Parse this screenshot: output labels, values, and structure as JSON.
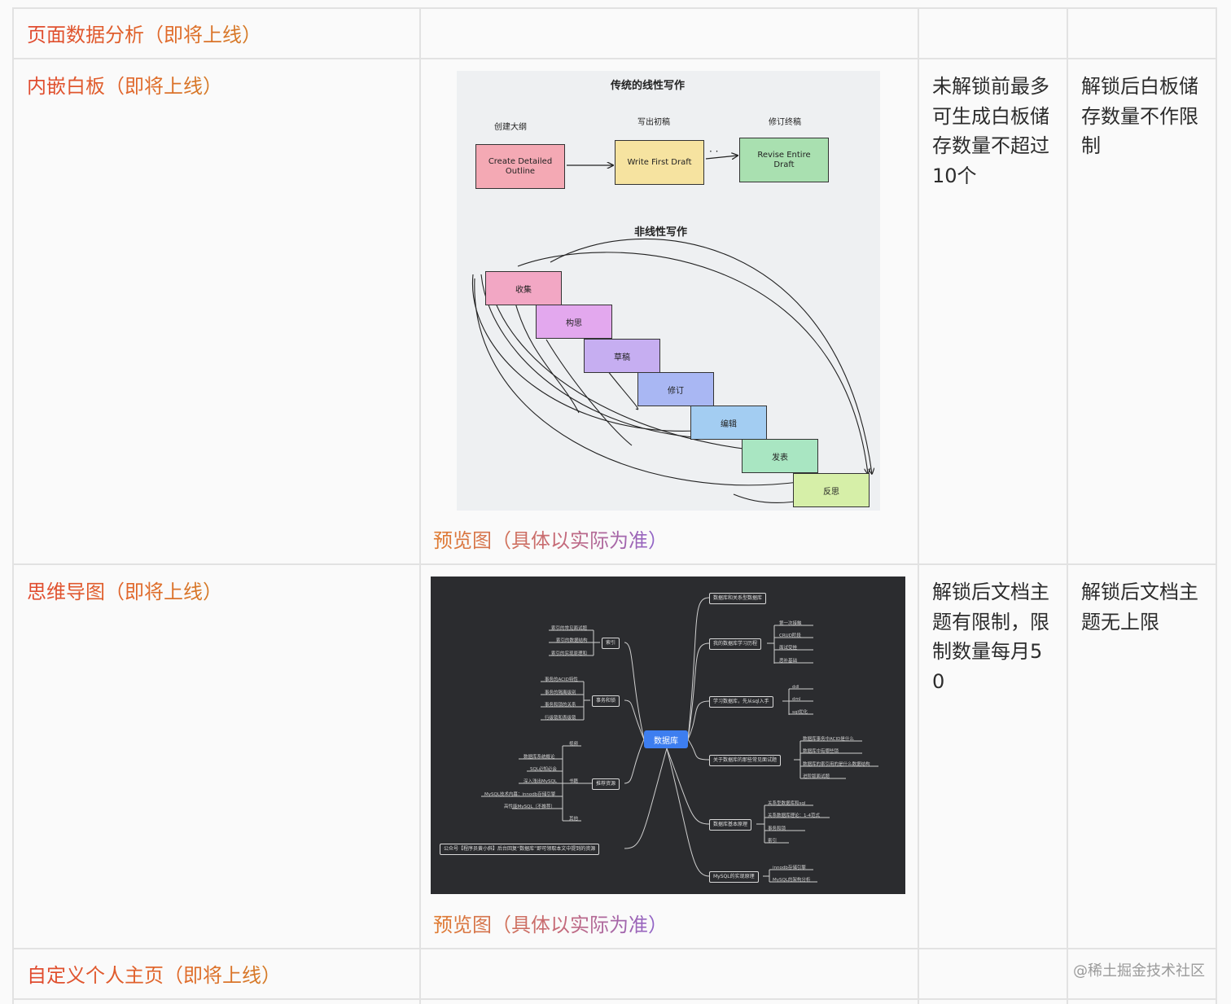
{
  "rows": [
    {
      "feature": "页面数据分析（即将上线）",
      "before": "",
      "after": ""
    },
    {
      "feature": "内嵌白板（即将上线）",
      "before": "未解锁前最多可生成白板储存数量不超过10个",
      "after": "解锁后白板储存数量不作限制"
    },
    {
      "feature": "思维导图（即将上线）",
      "before": "解锁后文档主题有限制，限制数量每月50",
      "after": "解锁后文档主题无上限"
    },
    {
      "feature": "自定义个人主页（即将上线）",
      "before": "",
      "after": ""
    }
  ],
  "preview_caption": "预览图（具体以实际为准）",
  "whiteboard": {
    "linear_title": "传统的线性写作",
    "nonlinear_title": "非线性写作",
    "labels": [
      "创建大纲",
      "写出初稿",
      "修订终稿"
    ],
    "boxes": [
      "Create Detailed Outline",
      "Write First Draft",
      "Revise Entire Draft"
    ],
    "ellipsis": "· ·",
    "steps": [
      "收集",
      "构思",
      "草稿",
      "修订",
      "编辑",
      "发表",
      "反思"
    ],
    "box_colors": [
      "#f4a9b4",
      "#f6e3a0",
      "#a9e0b0"
    ],
    "step_colors": [
      "#f2a7c4",
      "#e3a8ee",
      "#c6aef1",
      "#a9b7f3",
      "#a3cdf2",
      "#a9e6c2",
      "#d6efa8"
    ]
  },
  "mindmap": {
    "root": "数据库",
    "right": [
      {
        "label": "数据库和关系型数据库",
        "leaves": []
      },
      {
        "label": "我的数据库学习历程",
        "leaves": [
          "第一次接触",
          "CRUD阶段",
          "面试受挫",
          "恶补基础"
        ]
      },
      {
        "label": "学习数据库，先从sql入手",
        "leaves": [
          "ddl",
          "dml",
          "sql优化"
        ]
      },
      {
        "label": "关于数据库的那些常见面试题",
        "leaves": [
          "数据库事务中ACID是什么",
          "数据库中有哪些锁",
          "数据库的索引用的是什么数据结构",
          "进阶版面试题"
        ]
      },
      {
        "label": "数据库基本原理",
        "leaves": [
          "关系型数据库和sql",
          "关系数据库理论：1-4范式",
          "事务和锁",
          "索引"
        ]
      },
      {
        "label": "MySQL的实现原理",
        "leaves": [
          "innodb存储引擎",
          "MySQL的架构分析"
        ]
      }
    ],
    "left": [
      {
        "label": "索引",
        "leaves": [
          "索引的常见面试题",
          "索引的数据结构",
          "索引的实现原理和"
        ]
      },
      {
        "label": "事务和锁",
        "leaves": [
          "事务的ACID特性",
          "事务的隔离级别",
          "事务和锁的关系",
          "行级锁和表级锁"
        ]
      },
      {
        "label": "推荐资源",
        "sub": [
          "视频",
          "书籍",
          "其他"
        ],
        "leaves": [
          "数据库系统概论",
          "SQL必知必会",
          "深入浅出MySQL",
          "MySQL技术内幕：innodb存储引擎",
          "高性能MySQL（不推荐）"
        ]
      },
      {
        "label": "公众号【程序员黄小斜】后台回复“数据库”即可领取本文中提到的资源",
        "leaves": []
      }
    ]
  },
  "watermark": "@稀土掘金技术社区"
}
